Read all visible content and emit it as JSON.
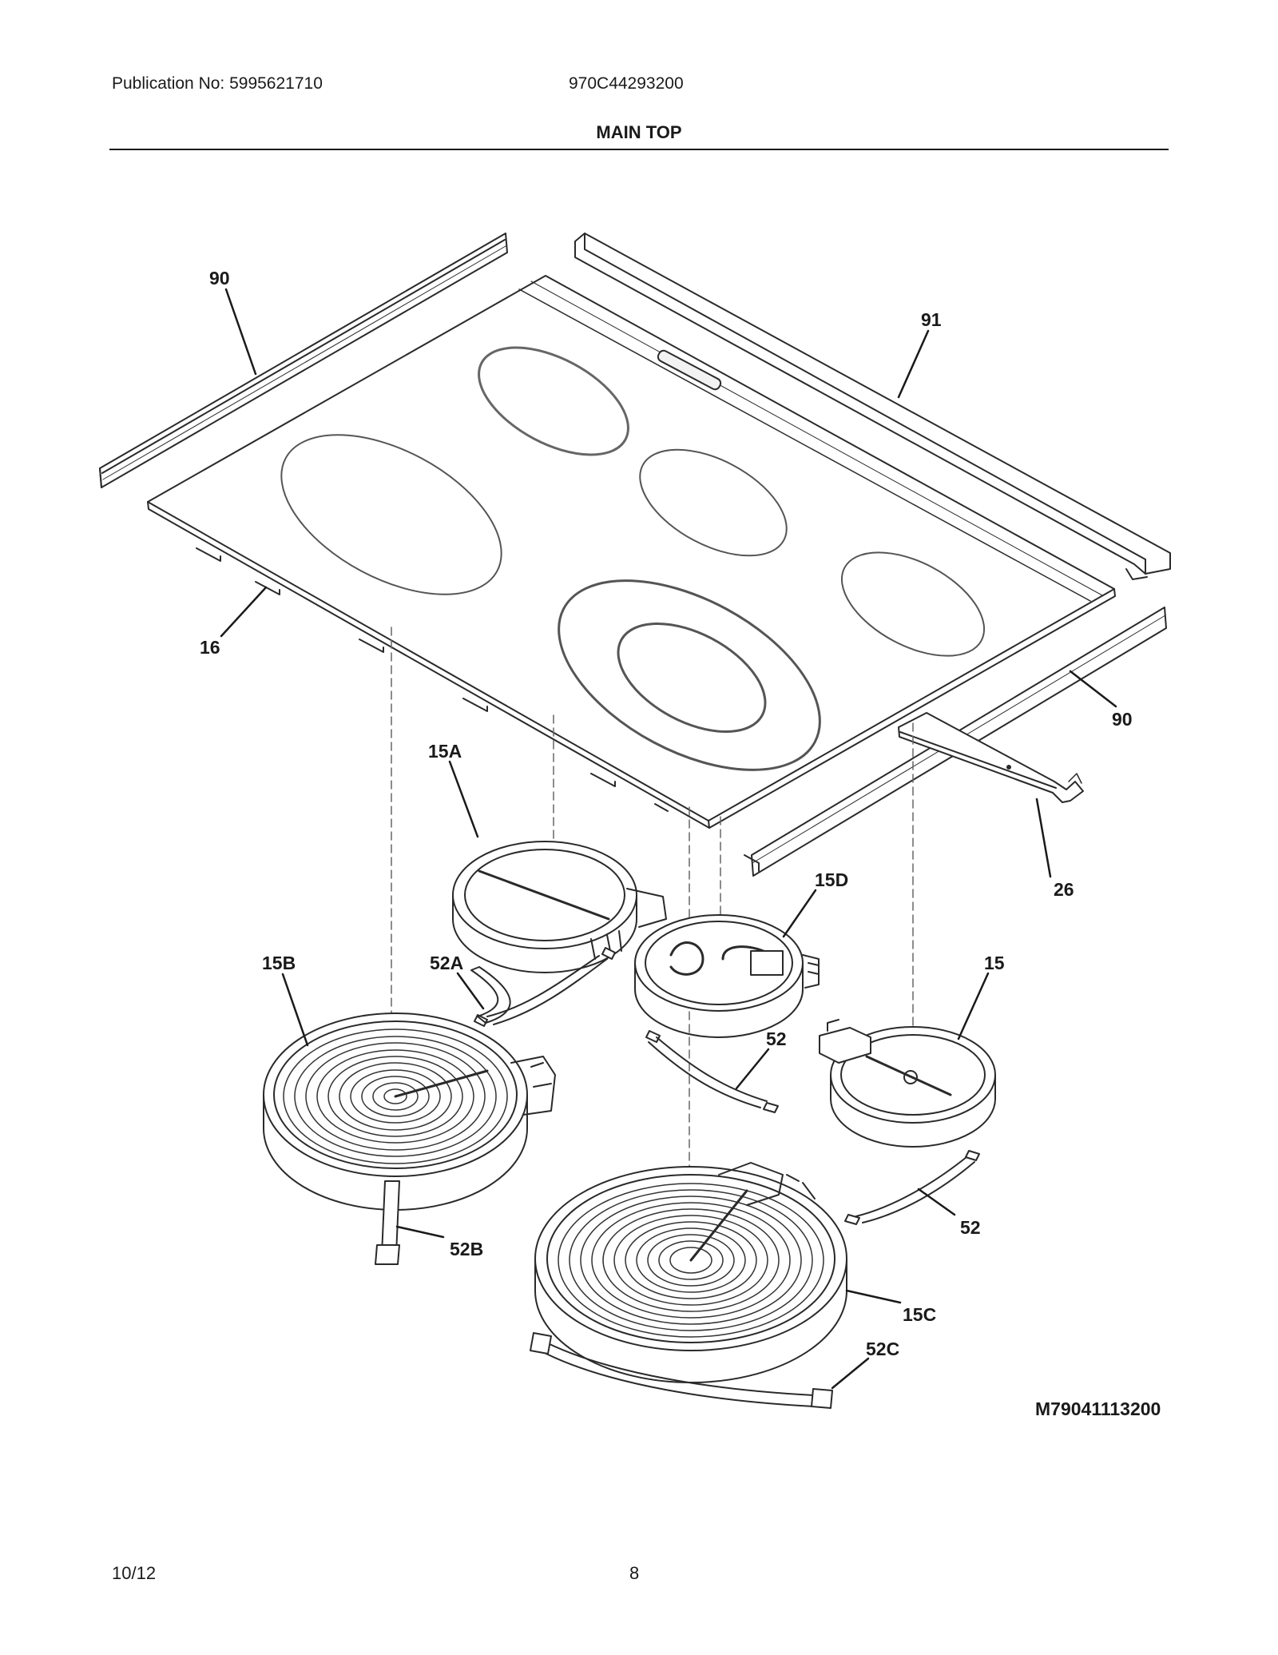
{
  "header": {
    "publication": "Publication No: 5995621710",
    "model": "970C44293200",
    "title": "MAIN TOP"
  },
  "callouts": {
    "c90_left": "90",
    "c91": "91",
    "c16": "16",
    "c90_right": "90",
    "c15A": "15A",
    "c26": "26",
    "c15D": "15D",
    "c15B": "15B",
    "c52A": "52A",
    "c15": "15",
    "c52_mid": "52",
    "c52_right": "52",
    "c52B": "52B",
    "c15C": "15C",
    "c52C": "52C"
  },
  "diagram_code": "M79041113200",
  "footer": {
    "date": "10/12",
    "page": "8"
  }
}
